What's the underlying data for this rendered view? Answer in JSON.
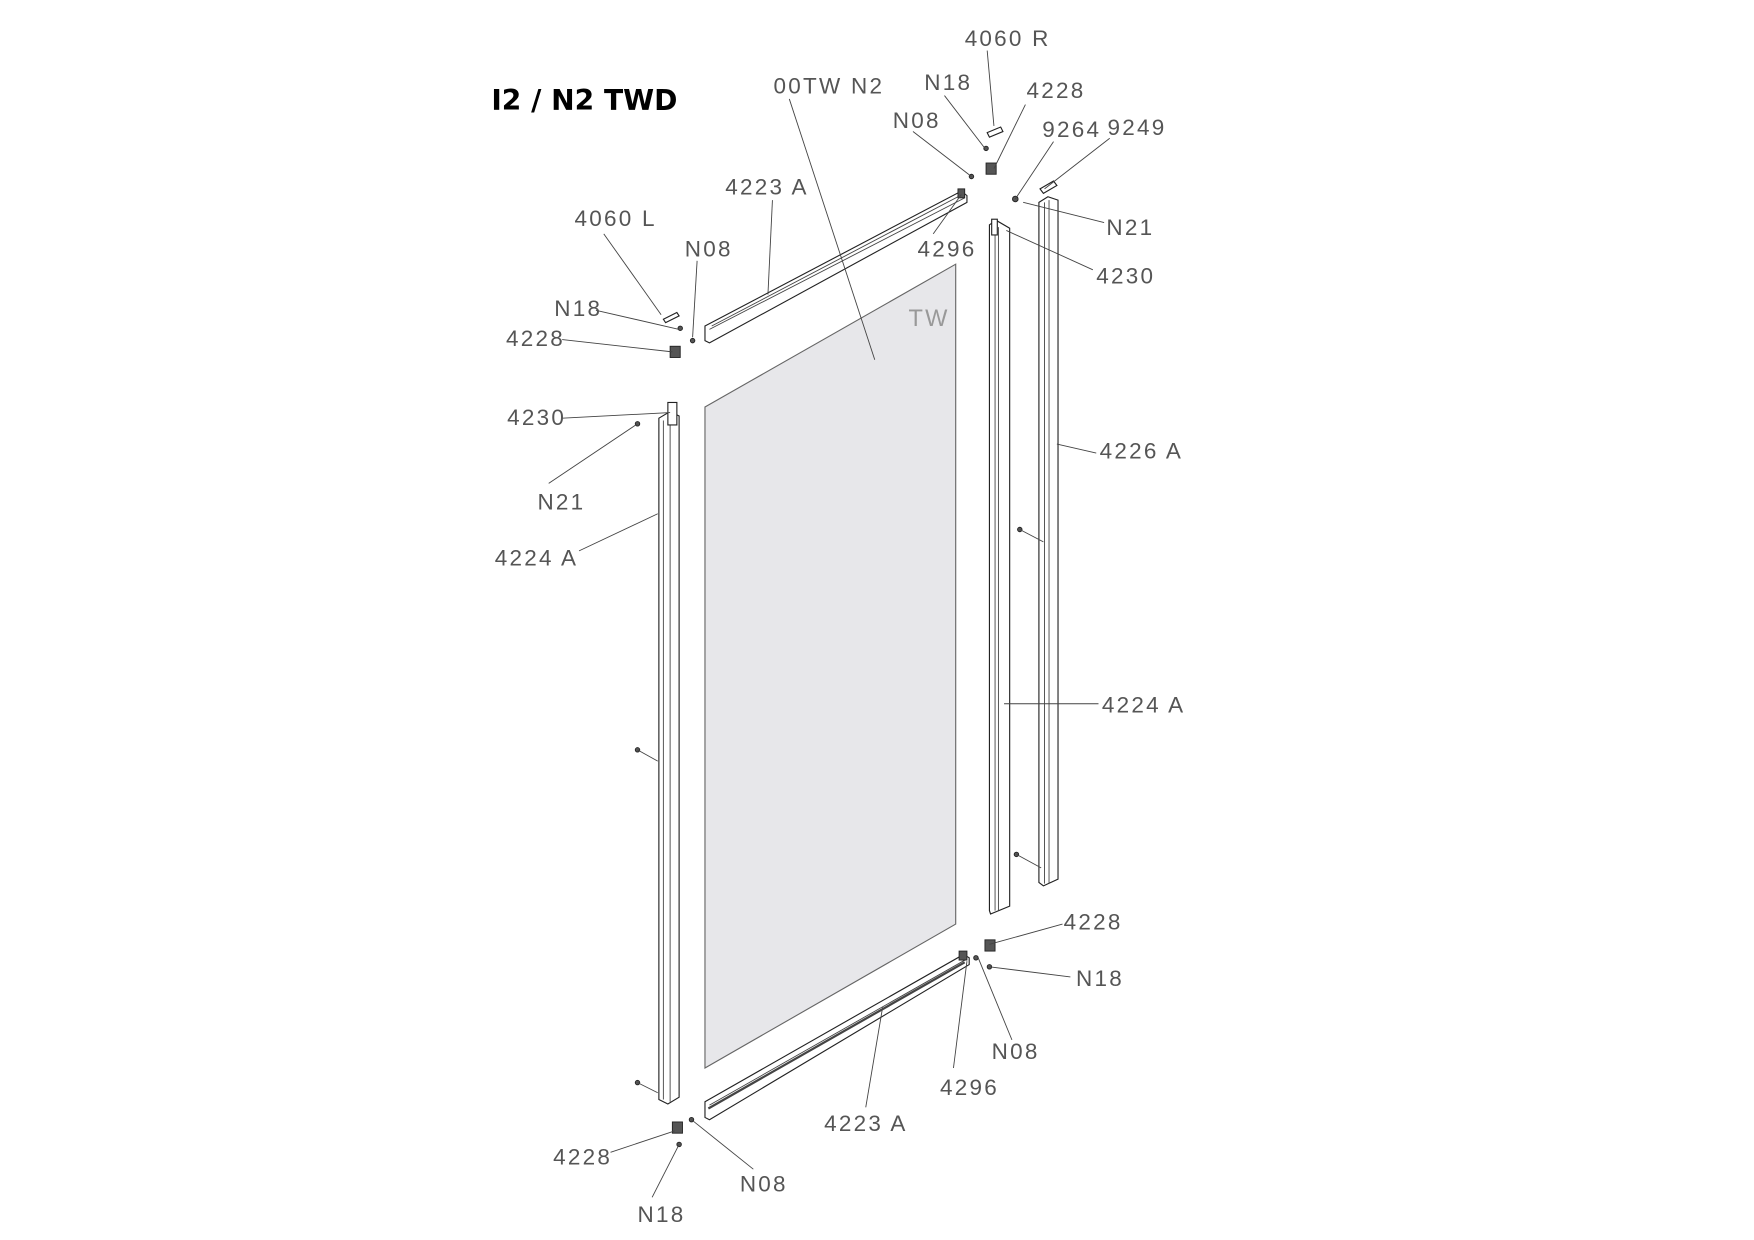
{
  "title": "I2 / N2 TWD",
  "glass_label": "TW",
  "labels": [
    "4060 R",
    "N18",
    "4228",
    "N08",
    "9264",
    "9249",
    "N21",
    "4230",
    "00TW N2",
    "4223 A",
    "4296",
    "4060 L",
    "N08",
    "N18",
    "4228",
    "4230",
    "N21",
    "4224 A",
    "4226 A",
    "4224 A",
    "4228",
    "N18",
    "N08",
    "4296",
    "4223 A",
    "4228",
    "N08",
    "N18"
  ],
  "colors": {
    "glass": "#e7e7ea",
    "text": "#555555",
    "title": "#000000"
  }
}
